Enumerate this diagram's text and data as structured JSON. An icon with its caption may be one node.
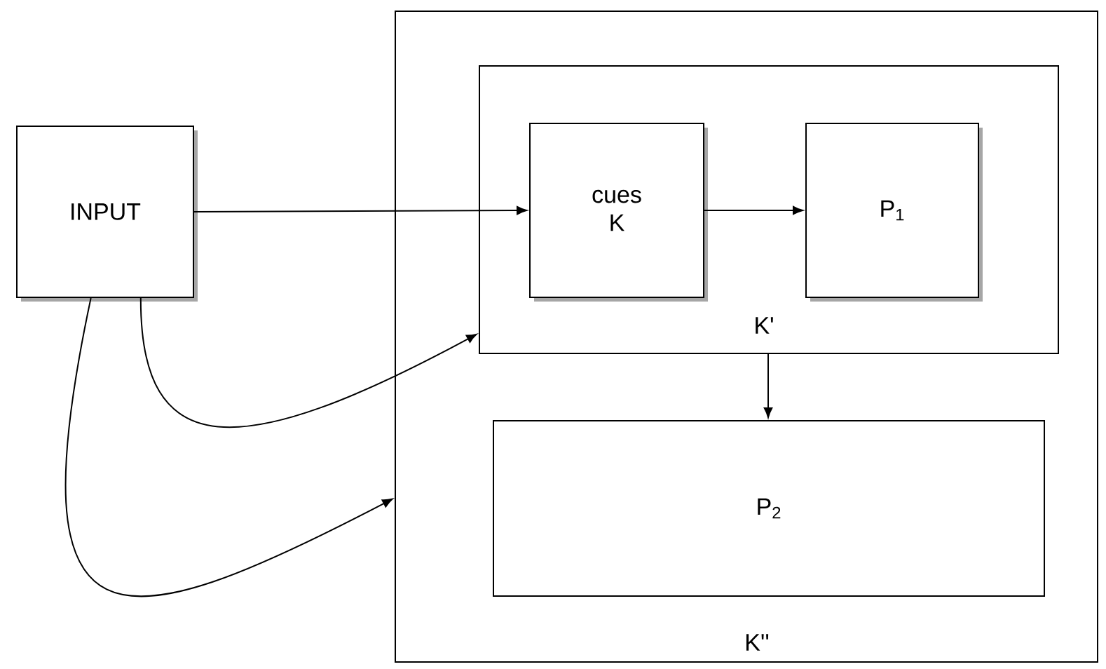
{
  "diagram": {
    "nodes": [
      {
        "text": [
          "K''"
        ]
      },
      {
        "text": [
          "INPUT"
        ]
      },
      {
        "text": [
          "K'"
        ],
        "in": 0
      },
      {
        "text": [
          "cues K"
        ],
        "in": 2
      },
      {
        "text": [
          "P$_{1}$"
        ],
        "in": 2
      },
      {
        "text": [
          "P$_{2}$"
        ],
        "in": 0
      }
    ],
    "edges": [
      {
        "from": 1,
        "to": 3,
        "arrow": "to"
      },
      {
        "from": 3,
        "to": 4,
        "arrow": "to"
      },
      {
        "from": 2,
        "to": 5,
        "arrow": "to"
      },
      {
        "from": 1,
        "to": 2,
        "arrow": "to"
      },
      {
        "from": 1,
        "to": 0,
        "arrow": "to"
      }
    ]
  }
}
